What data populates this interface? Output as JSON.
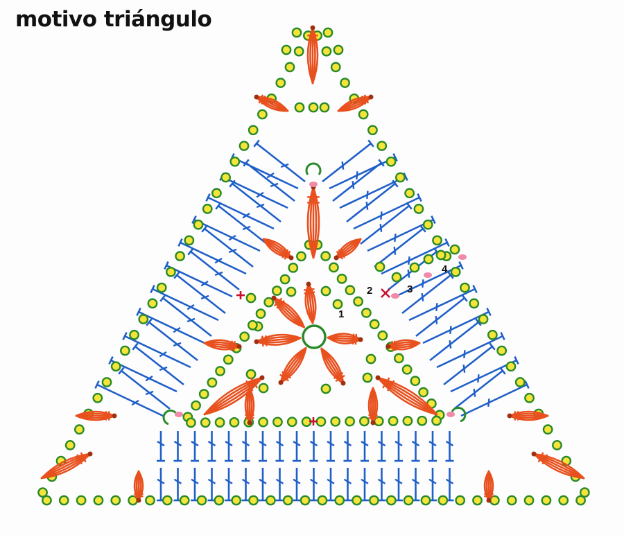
{
  "title": "motivo triángulo",
  "round_labels": [
    "1",
    "2",
    "3",
    "4"
  ],
  "colors": {
    "chain": "#2a8a2a",
    "chain_fill": "#f5e43a",
    "cluster": "#e8501e",
    "cluster_dark": "#a03010",
    "stitch": "#1f5fc8",
    "marker": "#c8102e",
    "slip": "#f08aa8",
    "ring": "#2a8a2a"
  }
}
